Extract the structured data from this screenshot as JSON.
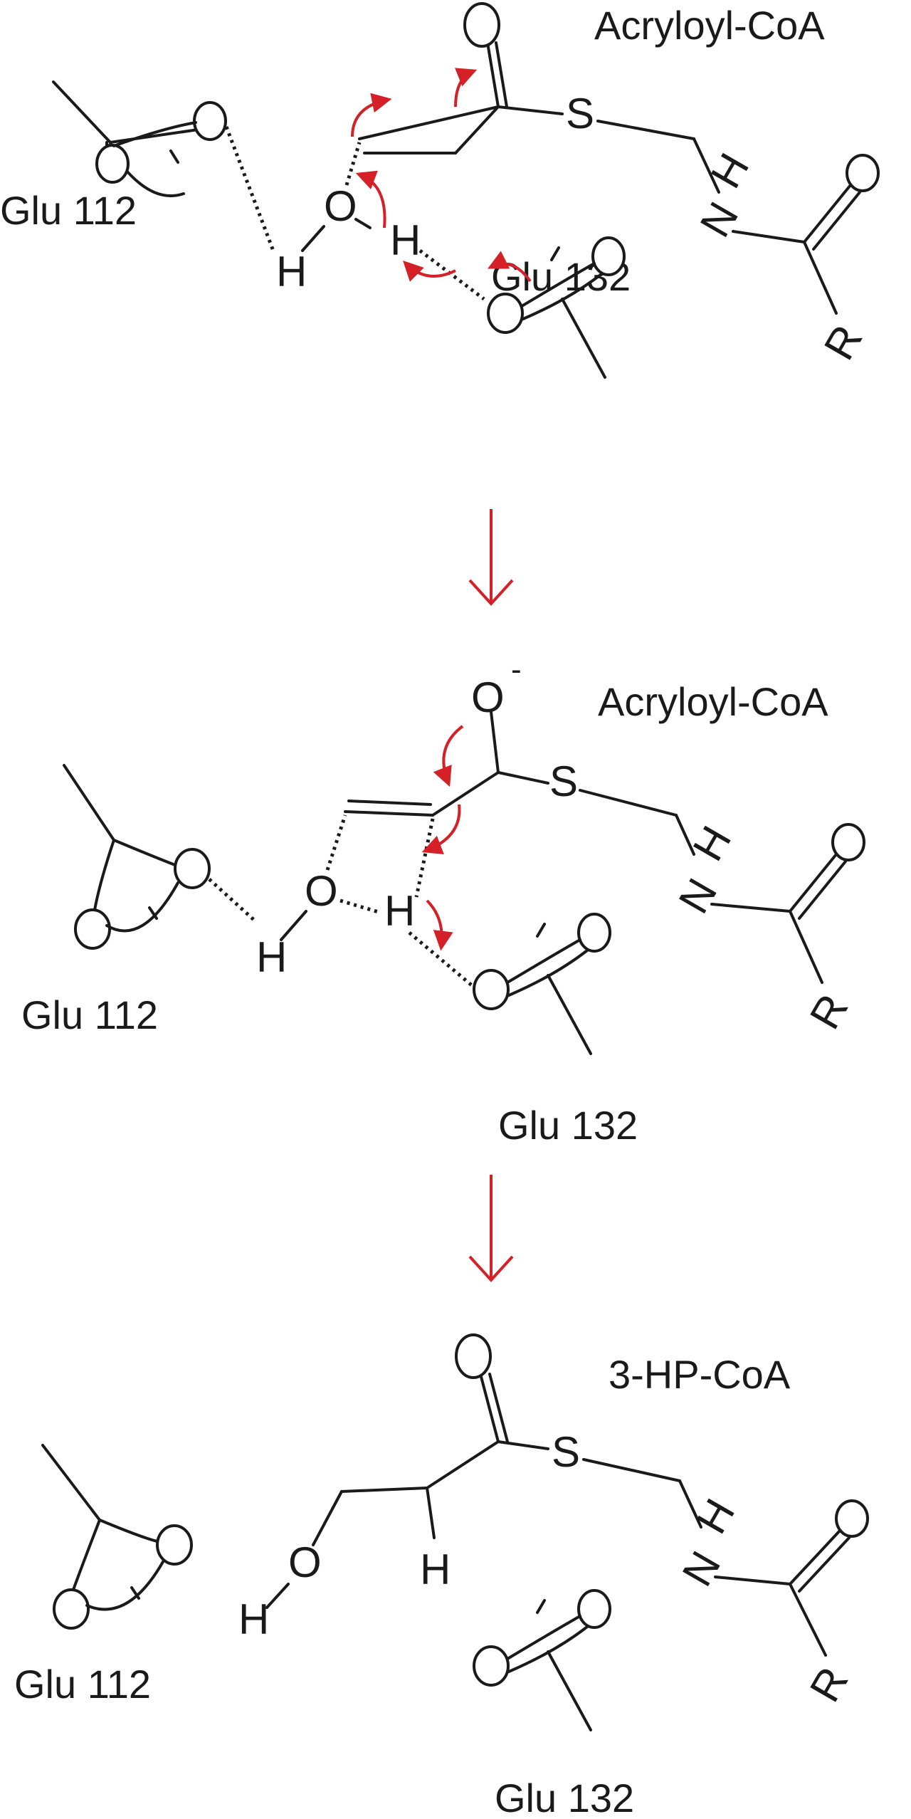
{
  "colors": {
    "ink": "#1a1a1a",
    "arrow": "#d42027",
    "background": "#ffffff"
  },
  "panels": [
    {
      "compound_label": "Acryloyl-CoA",
      "residue_left": "Glu 112",
      "residue_right": "Glu 132",
      "atoms": {
        "oxygen": "O",
        "sulfur": "S",
        "hydrogen": "H",
        "nitrogen": "N",
        "r_group": "R",
        "charge": "-"
      }
    },
    {
      "compound_label": "Acryloyl-CoA",
      "residue_left": "Glu 112",
      "residue_right": "Glu 132",
      "atoms": {
        "oxygen": "O",
        "sulfur": "S",
        "hydrogen": "H",
        "nitrogen": "N",
        "r_group": "R",
        "charge": "-"
      }
    },
    {
      "compound_label": "3-HP-CoA",
      "residue_left": "Glu 112",
      "residue_right": "Glu 132",
      "atoms": {
        "oxygen": "O",
        "sulfur": "S",
        "hydrogen": "H",
        "nitrogen": "N",
        "r_group": "R",
        "charge": "-"
      }
    }
  ],
  "step_arrows": [
    "step-1-to-2",
    "step-2-to-3"
  ]
}
